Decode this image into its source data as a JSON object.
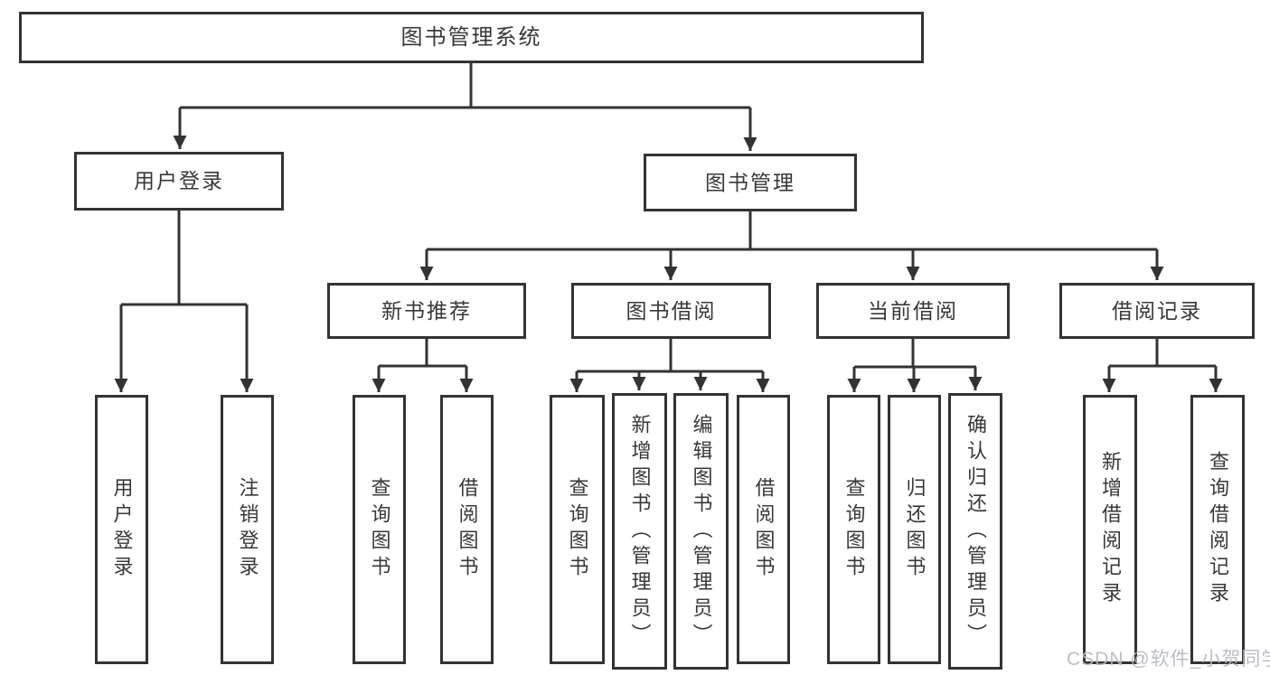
{
  "tree": {
    "root": {
      "label": "图书管理系统"
    },
    "branches": [
      {
        "label": "用户登录",
        "children": [
          {
            "label": "用户登录"
          },
          {
            "label": "注销登录"
          }
        ]
      },
      {
        "label": "图书管理",
        "children": [
          {
            "label": "新书推荐",
            "children": [
              {
                "label": "查询图书"
              },
              {
                "label": "借阅图书"
              }
            ]
          },
          {
            "label": "图书借阅",
            "children": [
              {
                "label": "查询图书"
              },
              {
                "label": "新增图书（管理员）"
              },
              {
                "label": "编辑图书（管理员）"
              },
              {
                "label": "借阅图书"
              }
            ]
          },
          {
            "label": "当前借阅",
            "children": [
              {
                "label": "查询图书"
              },
              {
                "label": "归还图书"
              },
              {
                "label": "确认归还（管理员）"
              }
            ]
          },
          {
            "label": "借阅记录",
            "children": [
              {
                "label": "新增借阅记录"
              },
              {
                "label": "查询借阅记录"
              }
            ]
          }
        ]
      }
    ]
  },
  "watermark": {
    "text": "CSDN @软件_小贺同学"
  },
  "colors": {
    "line": "#333333",
    "text": "#383838",
    "watermark": "#b5b9be",
    "background": "#ffffff"
  }
}
